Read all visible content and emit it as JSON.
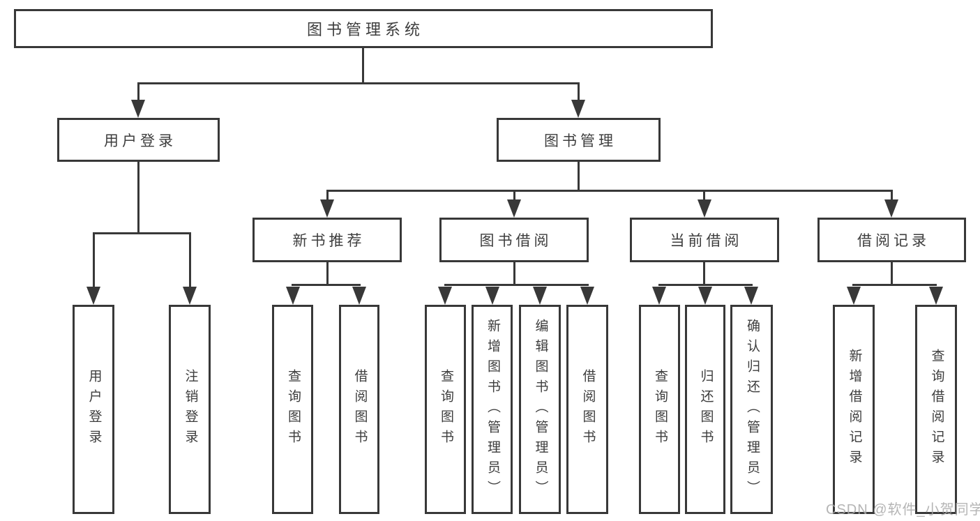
{
  "diagram": {
    "title": "图书管理系统",
    "watermark": "CSDN @软件_小贺同学",
    "colors": {
      "line": "#383838",
      "text": "#3d3d3d",
      "watermark": "#a8a8a8",
      "background": "#ffffff"
    },
    "level2": {
      "user_login": "用户登录",
      "book_mgmt": "图书管理"
    },
    "level3": {
      "new_books": "新书推荐",
      "book_borrow": "图书借阅",
      "current_borrow": "当前借阅",
      "borrow_records": "借阅记录"
    },
    "leaves": {
      "user_login": "用户登录",
      "logout": "注销登录",
      "nb_query": "查询图书",
      "nb_borrow": "借阅图书",
      "bb_query": "查询图书",
      "bb_add": "新增图书（管理员）",
      "bb_edit": "编辑图书（管理员）",
      "bb_borrow": "借阅图书",
      "cb_query": "查询图书",
      "cb_return": "归还图书",
      "cb_confirm": "确认归还（管理员）",
      "br_add": "新增借阅记录",
      "br_query": "查询借阅记录"
    }
  }
}
